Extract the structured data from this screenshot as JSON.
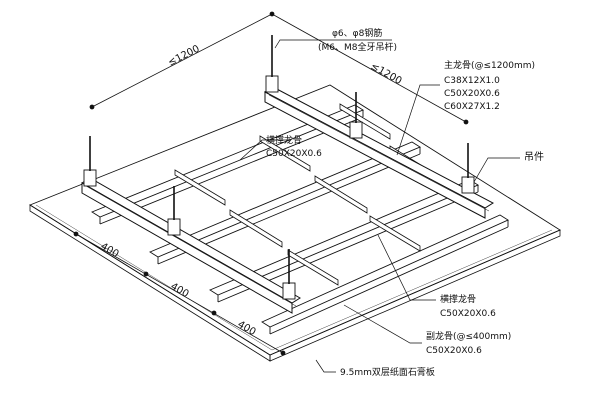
{
  "dimensions": {
    "spacing_top": "≤1200",
    "spacing_right": "≤1200",
    "spacing_400_a": "400",
    "spacing_400_b": "400",
    "spacing_400_c": "400"
  },
  "callouts": {
    "rod": {
      "line1": "φ6、φ8钢筋",
      "line2": "(M6、M8全牙吊杆)"
    },
    "main_keel": {
      "title": "主龙骨(@≤1200mm)",
      "spec1": "C38X12X1.0",
      "spec2": "C50X20X0.6",
      "spec3": "C60X27X1.2"
    },
    "cross_brace_top": {
      "title": "横撑龙骨",
      "spec": "C50X20X0.6"
    },
    "hanger": {
      "title": "吊件"
    },
    "cross_brace_bottom": {
      "title": "横撑龙骨",
      "spec": "C50X20X0.6"
    },
    "secondary_keel": {
      "title": "副龙骨(@≤400mm)",
      "spec": "C50X20X0.6"
    },
    "board": {
      "title": "9.5mm双层纸面石膏板"
    }
  },
  "colors": {
    "line": "#111111",
    "board": "#f4f4f4",
    "metal": "#ffffff"
  }
}
